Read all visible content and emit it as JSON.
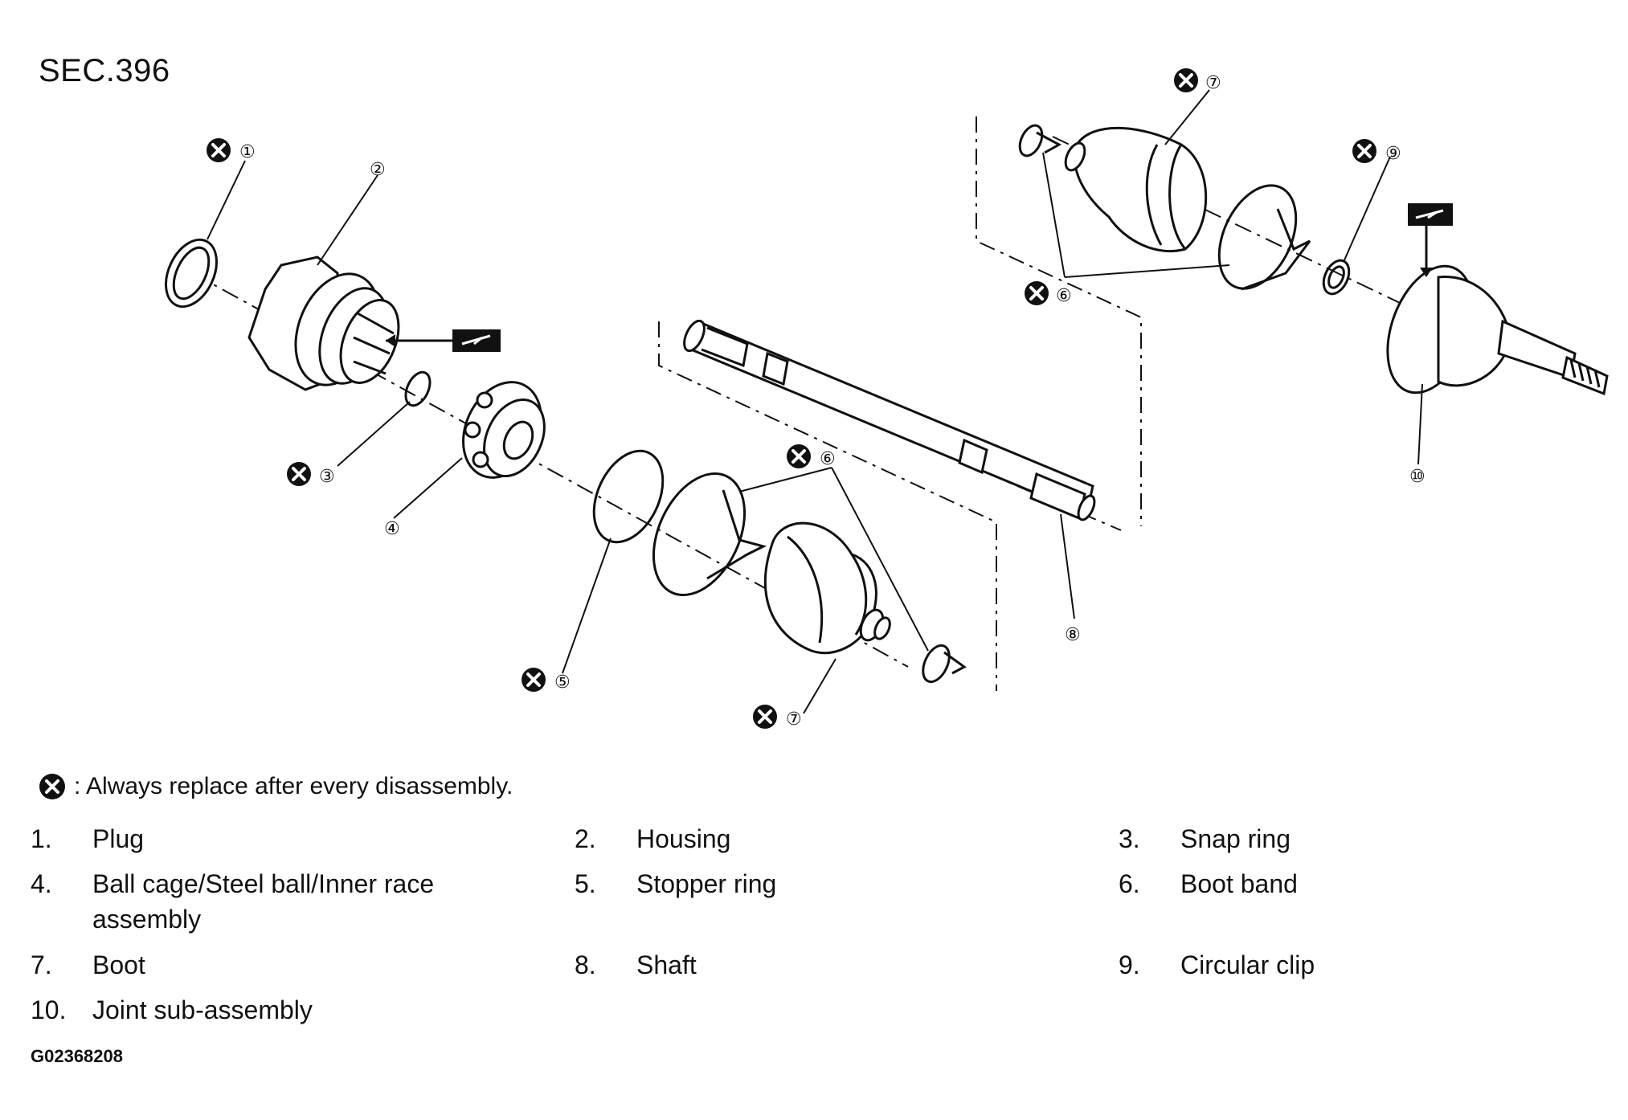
{
  "section_title": "SEC.396",
  "note": {
    "icon": "x-circle-icon",
    "text": ": Always replace after every disassembly."
  },
  "callouts": [
    "①",
    "②",
    "③",
    "④",
    "⑤",
    "⑥",
    "⑦",
    "⑧",
    "⑨",
    "⑩"
  ],
  "legend": [
    {
      "num": "1.",
      "label": "Plug"
    },
    {
      "num": "2.",
      "label": "Housing"
    },
    {
      "num": "3.",
      "label": "Snap ring"
    },
    {
      "num": "4.",
      "label": "Ball cage/Steel ball/Inner race",
      "label2": "assembly"
    },
    {
      "num": "5.",
      "label": "Stopper ring"
    },
    {
      "num": "6.",
      "label": "Boot band"
    },
    {
      "num": "7.",
      "label": "Boot"
    },
    {
      "num": "8.",
      "label": "Shaft"
    },
    {
      "num": "9.",
      "label": "Circular clip"
    },
    {
      "num": "10.",
      "label": "Joint sub-assembly"
    }
  ],
  "figure_code": "G02368208",
  "colors": {
    "line": "#111111",
    "background": "#ffffff"
  }
}
